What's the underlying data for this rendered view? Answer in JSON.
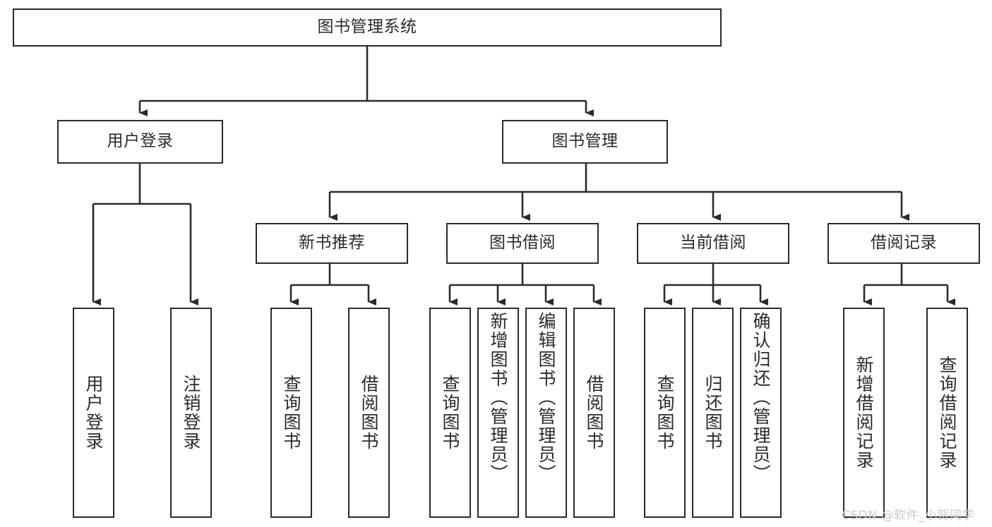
{
  "diagram": {
    "type": "tree-hierarchy-chart",
    "title": "图书管理系统",
    "orientation": "top-down",
    "colors": {
      "box_border": "#2b2b2b",
      "box_fill": "#ffffff",
      "connector": "#2b2b2b",
      "background": "#ffffff",
      "watermark": "#c9c9c9"
    },
    "levels": [
      {
        "level": 1,
        "nodes": [
          {
            "id": "root",
            "label": "图书管理系统",
            "text_orientation": "horizontal"
          }
        ]
      },
      {
        "level": 2,
        "nodes": [
          {
            "id": "user-login",
            "label": "用户登录",
            "text_orientation": "horizontal",
            "parent": "root"
          },
          {
            "id": "book-management",
            "label": "图书管理",
            "text_orientation": "horizontal",
            "parent": "root"
          }
        ]
      },
      {
        "level": 3,
        "nodes": [
          {
            "id": "new-book-recommend",
            "label": "新书推荐",
            "text_orientation": "horizontal",
            "parent": "book-management"
          },
          {
            "id": "book-borrow",
            "label": "图书借阅",
            "text_orientation": "horizontal",
            "parent": "book-management"
          },
          {
            "id": "current-borrow",
            "label": "当前借阅",
            "text_orientation": "horizontal",
            "parent": "book-management"
          },
          {
            "id": "borrow-record",
            "label": "借阅记录",
            "text_orientation": "horizontal",
            "parent": "book-management"
          }
        ]
      },
      {
        "level": 4,
        "nodes": [
          {
            "id": "leaf-user-login",
            "label": "用户登录",
            "text_orientation": "vertical",
            "parent": "user-login"
          },
          {
            "id": "leaf-logout-login",
            "label": "注销登录",
            "text_orientation": "vertical",
            "parent": "user-login"
          },
          {
            "id": "leaf-query-book-1",
            "label": "查询图书",
            "text_orientation": "vertical",
            "parent": "new-book-recommend"
          },
          {
            "id": "leaf-borrow-book-1",
            "label": "借阅图书",
            "text_orientation": "vertical",
            "parent": "new-book-recommend"
          },
          {
            "id": "leaf-query-book-2",
            "label": "查询图书",
            "text_orientation": "vertical",
            "parent": "book-borrow"
          },
          {
            "id": "leaf-add-book-admin",
            "label": "新增图书（管理员）",
            "text_orientation": "vertical",
            "parent": "book-borrow"
          },
          {
            "id": "leaf-edit-book-admin",
            "label": "编辑图书（管理员）",
            "text_orientation": "vertical",
            "parent": "book-borrow"
          },
          {
            "id": "leaf-borrow-book-2",
            "label": "借阅图书",
            "text_orientation": "vertical",
            "parent": "book-borrow"
          },
          {
            "id": "leaf-query-book-3",
            "label": "查询图书",
            "text_orientation": "vertical",
            "parent": "current-borrow"
          },
          {
            "id": "leaf-return-book",
            "label": "归还图书",
            "text_orientation": "vertical",
            "parent": "current-borrow"
          },
          {
            "id": "leaf-confirm-return-admin",
            "label": "确认归还（管理员）",
            "text_orientation": "vertical",
            "parent": "current-borrow"
          },
          {
            "id": "leaf-add-borrow-record",
            "label": "新增借阅记录",
            "text_orientation": "vertical",
            "parent": "borrow-record"
          },
          {
            "id": "leaf-query-borrow-record",
            "label": "查询借阅记录",
            "text_orientation": "vertical",
            "parent": "borrow-record"
          }
        ]
      }
    ]
  },
  "watermark": {
    "text": "CSDN @软件_小贺同学"
  }
}
